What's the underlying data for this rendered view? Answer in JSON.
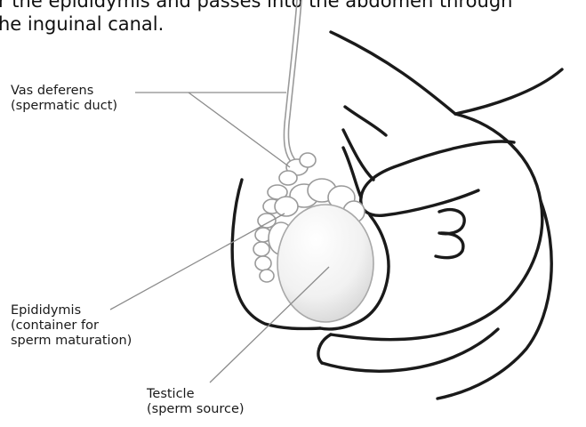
{
  "intro": {
    "line1": "r the epididymis and passes into the abdomen through",
    "line2": "he inguinal canal."
  },
  "labels": {
    "vas_deferens": {
      "line1": "Vas deferens",
      "line2": "(spermatic duct)"
    },
    "epididymis": {
      "line1": "Epididymis",
      "line2": "(container for",
      "line3": "sperm maturation)"
    },
    "testicle": {
      "line1": "Testicle",
      "line2": "(sperm source)"
    }
  },
  "colors": {
    "outline": "#1a1a1a",
    "structure_stroke": "#9a9a9a",
    "leader_line": "#8c8c8c",
    "testicle_fill": "#efefef"
  }
}
